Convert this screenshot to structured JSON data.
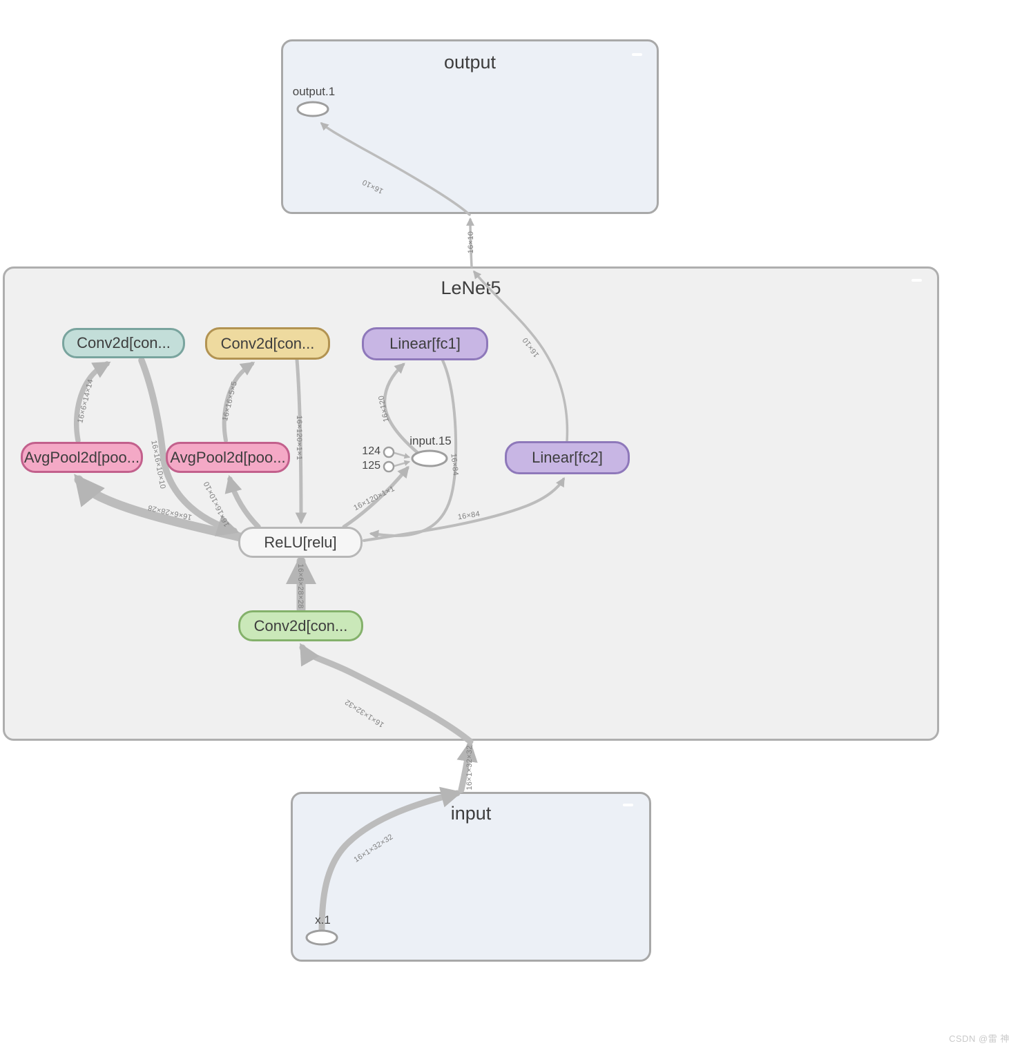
{
  "groups": {
    "output": {
      "title": "output"
    },
    "lenet5": {
      "title": "LeNet5"
    },
    "input": {
      "title": "input"
    }
  },
  "nodes": {
    "conv2": {
      "label": "Conv2d[con...",
      "fill": "#c3ded9",
      "border": "#79a49e"
    },
    "conv3": {
      "label": "Conv2d[con...",
      "fill": "#eeda9f",
      "border": "#b29352"
    },
    "fc1": {
      "label": "Linear[fc1]",
      "fill": "#c8b6e4",
      "border": "#8e78ba"
    },
    "pool1": {
      "label": "AvgPool2d[poo...",
      "fill": "#f4a9c6",
      "border": "#c2608c"
    },
    "pool2": {
      "label": "AvgPool2d[poo...",
      "fill": "#f4a9c6",
      "border": "#c2608c"
    },
    "fc2": {
      "label": "Linear[fc2]",
      "fill": "#c8b6e4",
      "border": "#8e78ba"
    },
    "relu": {
      "label": "ReLU[relu]",
      "fill": "#f6f6f6",
      "border": "#b7b7b7"
    },
    "conv1": {
      "label": "Conv2d[con...",
      "fill": "#cae8b9",
      "border": "#84b16b"
    }
  },
  "ports": {
    "output1": "output.1",
    "x1": "x.1",
    "input15": "input.15",
    "c124": "124",
    "c125": "125"
  },
  "edge_labels": {
    "out_16x10": "16×10",
    "gap_16x10": "16×10",
    "fc2_16x10": "16×10",
    "conv1_out": "16×6×28×28",
    "pool1_in": "16×6×28×28",
    "pool1_out": "16×6×14×14",
    "conv2_out": "16×16×10×10",
    "pool2_in": "16×16×10×10",
    "pool2_out": "16×16×5×5",
    "conv3_out": "16×120×1×1",
    "flatten_in": "16×120×1×1",
    "fc1_in": "16×120",
    "fc1_out": "16×84",
    "fc2_in": "16×84",
    "input_out": "16×1×32×32",
    "gap_in": "16×1×32×32",
    "lenet_in": "16×1×32×32"
  },
  "colors": {
    "edge": "#bcbcbc",
    "arrow": "#b5b5b5",
    "group_io_fill": "#ecf0f6",
    "group_net_fill": "#f0f0f0"
  },
  "watermark": "CSDN @雷 神"
}
